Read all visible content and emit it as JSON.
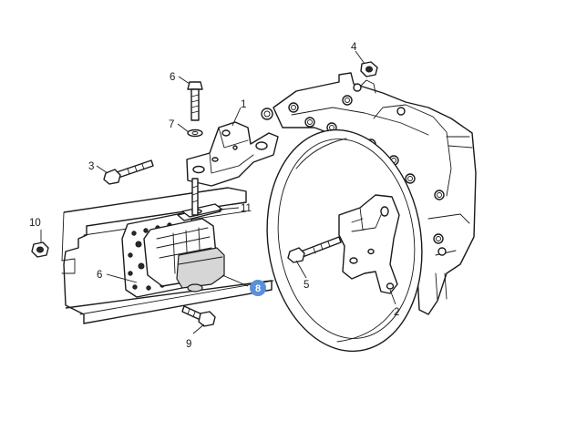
{
  "callouts": {
    "c1": "1",
    "c2": "2",
    "c3": "3",
    "c4": "4",
    "c5": "5",
    "c6a": "6",
    "c6b": "6",
    "c7": "7",
    "c8": "8",
    "c9": "9",
    "c10": "10",
    "c11": "11"
  },
  "colors": {
    "highlight_callout": "#5b8fd9",
    "line": "#1a1a1a",
    "background": "#ffffff"
  }
}
